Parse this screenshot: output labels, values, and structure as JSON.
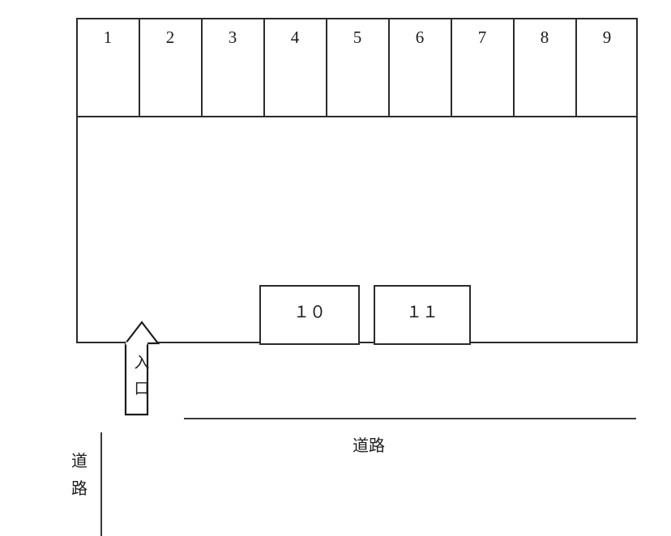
{
  "diagram": {
    "title": "parking-lot-layout",
    "line_color": "#2b2b2b",
    "road_line_color": "#3a3a3a",
    "background_color": "#ffffff"
  },
  "lot": {
    "top_stalls": [
      {
        "label": "1"
      },
      {
        "label": "2"
      },
      {
        "label": "3"
      },
      {
        "label": "4"
      },
      {
        "label": "5"
      },
      {
        "label": "6"
      },
      {
        "label": "7"
      },
      {
        "label": "8"
      },
      {
        "label": "9"
      }
    ],
    "bottom_stalls": [
      {
        "label": "１０"
      },
      {
        "label": "１１"
      }
    ]
  },
  "entrance": {
    "icon": "up-arrow-icon",
    "label_chars": [
      "入",
      "口"
    ],
    "label_text": "入口"
  },
  "roads": {
    "south": {
      "label": "道路"
    },
    "west": {
      "label": "道路",
      "label_chars": [
        "道",
        "路"
      ]
    }
  }
}
